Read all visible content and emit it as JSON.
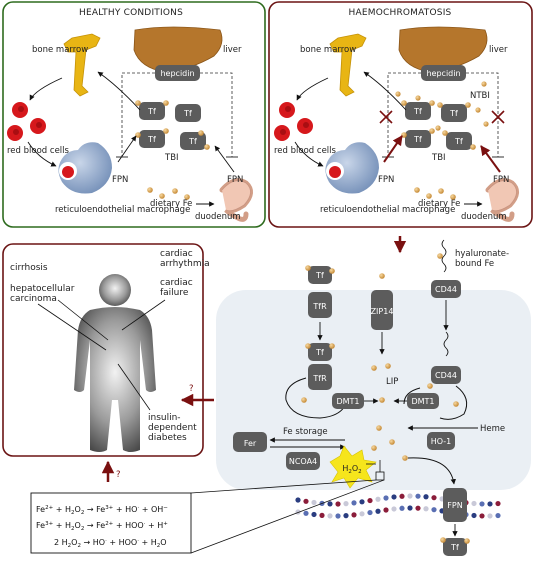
{
  "panels": {
    "healthy": {
      "title": "HEALTHY CONDITIONS",
      "bone_marrow": "bone marrow",
      "liver": "liver",
      "hepcidin": "hepcidin",
      "rbc": "red blood cells",
      "tbi": "TBI",
      "fpn_left": "FPN",
      "fpn_right": "FPN",
      "macrophage": "reticuloendothelial macrophage",
      "dietary_fe": "dietary Fe",
      "duodenum": "duodenum",
      "tf": "Tf"
    },
    "haemo": {
      "title": "HAEMOCHROMATOSIS",
      "bone_marrow": "bone marrow",
      "liver": "liver",
      "hepcidin": "hepcidin",
      "ntbi": "NTBI",
      "rbc": "red blood cells",
      "tbi": "TBI",
      "fpn_left": "FPN",
      "fpn_right": "FPN",
      "macrophage": "reticuloendothelial macrophage",
      "dietary_fe": "dietary Fe",
      "duodenum": "duodenum",
      "tf": "Tf"
    }
  },
  "body_panel": {
    "cirrhosis": "cirrhosis",
    "hcc": "hepatocellular carcinoma",
    "arrhythmia": "cardiac arrhythmia",
    "failure": "cardiac failure",
    "diabetes": "insulin-dependent diabetes",
    "question1": "?",
    "question2": "?"
  },
  "cell": {
    "tf": "Tf",
    "tfr": "TfR",
    "zip14": "ZIP14",
    "hyaluronate": "hyaluronate-bound Fe",
    "cd44": "CD44",
    "lip": "LIP",
    "dmt1": "DMT1",
    "fer": "Fer",
    "fe_storage": "Fe storage",
    "ncoa4": "NCOA4",
    "h2o2": "H2O2",
    "heme": "Heme",
    "ho1": "HO-1",
    "fpn": "FPN"
  },
  "equations": [
    "Fe2+ + H2O2 → Fe3+ + HO· + OH−",
    "Fe3+ + H2O2 → Fe2+ + HOO· + H+",
    "2 H2O2 → HO· + HOO· + H2O"
  ],
  "colors": {
    "healthy_border": "#2e6b1e",
    "disease_border": "#6b1414",
    "box": "#5c5c5c",
    "iron": "#d9a04a",
    "liver": "#b5762c",
    "marrow": "#e8b514",
    "rbc": "#d6181c",
    "macrophage": "#8ea6c8",
    "arrow_red": "#7a1010",
    "flash": "#f6e51c"
  }
}
